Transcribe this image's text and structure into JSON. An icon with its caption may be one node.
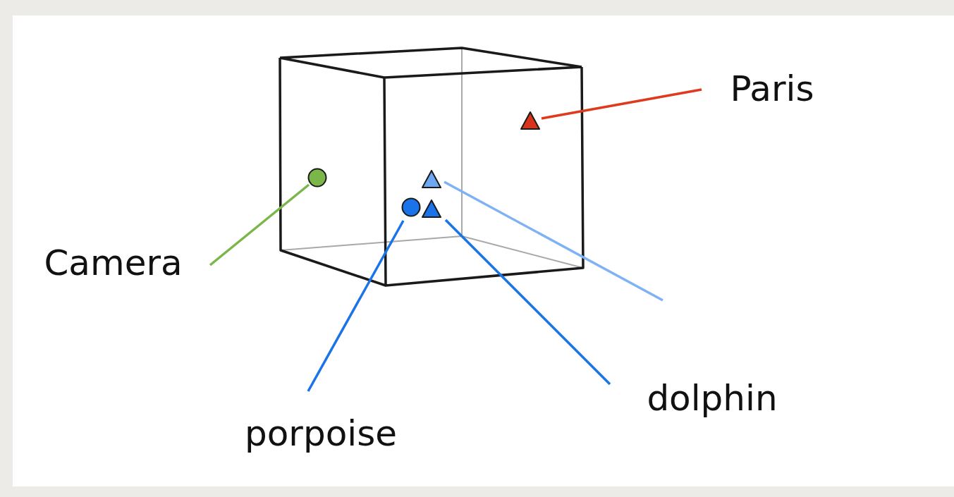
{
  "diagram": {
    "nodes": [
      {
        "text": [
          "Paris"
        ]
      },
      {
        "text": [],
        "shape": "triangle"
      },
      {
        "text": [],
        "shape": "circle"
      },
      {
        "text": [
          "Camera"
        ]
      },
      {
        "text": [],
        "shape": "triangle"
      },
      {
        "text": [],
        "shape": "circle"
      },
      {
        "text": [],
        "shape": "triangle"
      },
      {
        "text": [
          "porpoise"
        ]
      },
      {
        "text": [
          "dolphin"
        ]
      }
    ],
    "edges": [
      {
        "from": 0,
        "to": 1,
        "arrow": "none",
        "color": "#e03a1e"
      },
      {
        "from": 3,
        "to": 2,
        "arrow": "none",
        "color": "#7ab648"
      },
      {
        "from": 4,
        "to": null,
        "arrow": "none",
        "color": "#7fb2f5"
      },
      {
        "from": 7,
        "to": 5,
        "arrow": "none"
      },
      {
        "from": 8,
        "to": 6,
        "arrow": "none"
      }
    ]
  }
}
